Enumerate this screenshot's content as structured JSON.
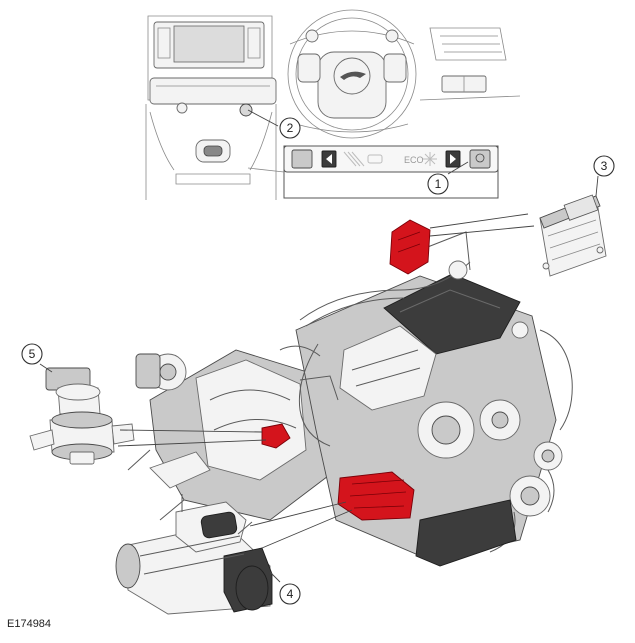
{
  "figure_id": "E174984",
  "control_panel": {
    "eco_label": "ECO"
  },
  "callouts": [
    {
      "number": "1"
    },
    {
      "number": "2"
    },
    {
      "number": "3"
    },
    {
      "number": "4"
    },
    {
      "number": "5"
    }
  ],
  "colors": {
    "highlight": "#d4141c",
    "line": "#444444",
    "background": "#ffffff"
  }
}
